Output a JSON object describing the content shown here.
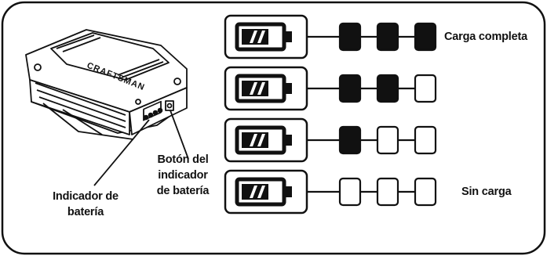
{
  "colors": {
    "outline": "#111111",
    "filled_segment": "#111111",
    "empty_segment": "#ffffff",
    "background": "#ffffff"
  },
  "icons": {
    "tool_battery": "cordless-tool-battery-pack-icon",
    "charge_symbol": "battery-icon"
  },
  "levels": [
    {
      "filled": 3,
      "total": 3,
      "label": "Carga completa"
    },
    {
      "filled": 2,
      "total": 3,
      "label": ""
    },
    {
      "filled": 1,
      "total": 3,
      "label": ""
    },
    {
      "filled": 0,
      "total": 3,
      "label": "Sin carga"
    }
  ],
  "battery_brand": "CRAFTSMAN",
  "callouts": {
    "indicator": [
      "Indicador de",
      "batería"
    ],
    "button": [
      "Botón del",
      "indicador",
      "de batería"
    ]
  }
}
